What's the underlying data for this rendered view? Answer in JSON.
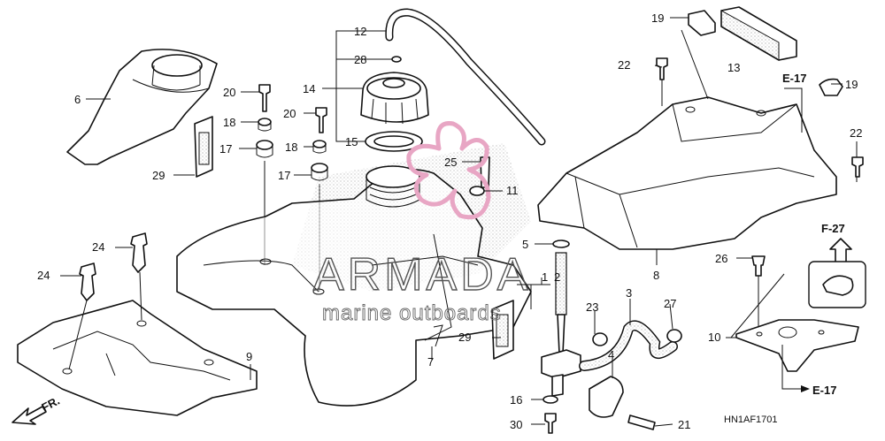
{
  "diagram": {
    "callouts": [
      {
        "id": "c1",
        "text": "1"
      },
      {
        "id": "c2",
        "text": "2"
      },
      {
        "id": "c3",
        "text": "3"
      },
      {
        "id": "c4",
        "text": "4"
      },
      {
        "id": "c5",
        "text": "5"
      },
      {
        "id": "c6",
        "text": "6"
      },
      {
        "id": "c7",
        "text": "7"
      },
      {
        "id": "c8",
        "text": "8"
      },
      {
        "id": "c9",
        "text": "9"
      },
      {
        "id": "c10",
        "text": "10"
      },
      {
        "id": "c11",
        "text": "11"
      },
      {
        "id": "c12",
        "text": "12"
      },
      {
        "id": "c13",
        "text": "13"
      },
      {
        "id": "c14",
        "text": "14"
      },
      {
        "id": "c15",
        "text": "15"
      },
      {
        "id": "c16",
        "text": "16"
      },
      {
        "id": "c17a",
        "text": "17"
      },
      {
        "id": "c17b",
        "text": "17"
      },
      {
        "id": "c18a",
        "text": "18"
      },
      {
        "id": "c18b",
        "text": "18"
      },
      {
        "id": "c19a",
        "text": "19"
      },
      {
        "id": "c19b",
        "text": "19"
      },
      {
        "id": "c20a",
        "text": "20"
      },
      {
        "id": "c20b",
        "text": "20"
      },
      {
        "id": "c21",
        "text": "21"
      },
      {
        "id": "c22a",
        "text": "22"
      },
      {
        "id": "c22b",
        "text": "22"
      },
      {
        "id": "c23",
        "text": "23"
      },
      {
        "id": "c24a",
        "text": "24"
      },
      {
        "id": "c24b",
        "text": "24"
      },
      {
        "id": "c25",
        "text": "25"
      },
      {
        "id": "c26",
        "text": "26"
      },
      {
        "id": "c27",
        "text": "27"
      },
      {
        "id": "c28",
        "text": "28"
      },
      {
        "id": "c29a",
        "text": "29"
      },
      {
        "id": "c29b",
        "text": "29"
      },
      {
        "id": "c30",
        "text": "30"
      }
    ],
    "references": {
      "e17_top": "E-17",
      "e17_bottom": "E-17",
      "f27": "F-27"
    },
    "front_label": "FR.",
    "diagram_code": "HN1AF1701",
    "watermark": {
      "brand": "ARMADA",
      "tagline": "marine outboards"
    },
    "colors": {
      "line": "#111111",
      "watermark_logo": "#e8a6c4",
      "stipple": "#9a9a9a"
    }
  }
}
